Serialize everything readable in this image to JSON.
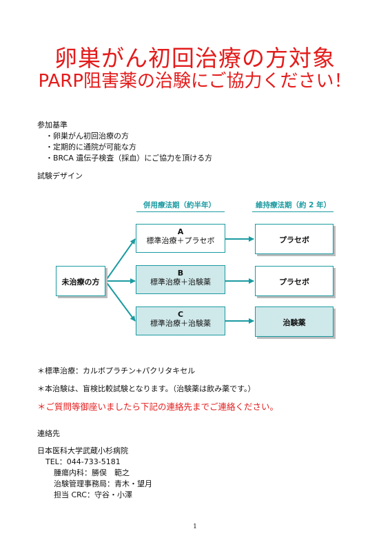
{
  "title": {
    "line1": "卵巣がん初回治療の方対象",
    "line2": "PARP阻害薬の治験にご協力ください！"
  },
  "criteria": {
    "heading": "参加基準",
    "items": [
      "卵巣がん初回治療の方",
      "定期的に通院が可能な方",
      "BRCA 遺伝子検査（採血）にご協力を頂ける方"
    ]
  },
  "design": {
    "heading": "試験デザイン",
    "phase1": "併用療法期（約半年）",
    "phase2": "維持療法期（約 2 年）",
    "start": "未治療の方",
    "arms": [
      {
        "label": "A",
        "text": "標準治療＋プラセボ",
        "maintenance": "プラセボ"
      },
      {
        "label": "B",
        "text": "標準治療＋治験薬",
        "maintenance": "プラセボ"
      },
      {
        "label": "C",
        "text": "標準治療＋治験薬",
        "maintenance": "治験薬"
      }
    ]
  },
  "notes": {
    "standard": "＊標準治療：カルボプラチン+パクリタキセル",
    "trial": "＊本治験は、盲検比較試験となります。（治験薬は飲み薬です。）",
    "contact_request": "＊ご質問等御座いましたら下記の連絡先までご連絡ください。"
  },
  "contact": {
    "heading": "連絡先",
    "hospital": "日本医科大学武蔵小杉病院",
    "tel": "TEL：044-733-5181",
    "department": "腫瘍内科：勝俣　範之",
    "office": "治験管理事務局：青木・望月",
    "crc": "担当 CRC：守谷・小澤"
  },
  "page_number": "1",
  "colors": {
    "title": "#e31b1b",
    "accent": "#1a9aa0",
    "box_fill": "#cfe8ea"
  }
}
